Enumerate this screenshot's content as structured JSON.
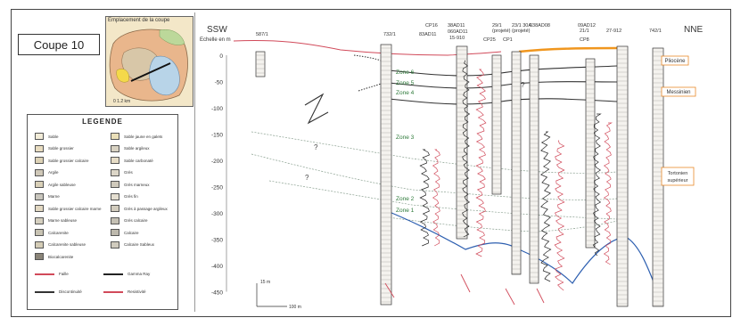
{
  "title": "Coupe 10",
  "map": {
    "title": "Emplacement de la coupe",
    "scale": "0   1.2 km"
  },
  "legend": {
    "title": "LEGENDE",
    "items": [
      "Sable",
      "Sable grossier",
      "Sable grossier calcaire",
      "Argile",
      "Argile sableuse",
      "Marne",
      "Sable grossier calcaire marne",
      "Marne sableuse",
      "Calcarenite",
      "Calcarenite sableuse",
      "Biocalcarenite",
      "Sable jaune en galets",
      "Sable argileux",
      "Sable carbonaté",
      "Grès",
      "Grès marneux",
      "Grès fin",
      "Grès à passage argileux",
      "Grès calcaire",
      "Calcaire",
      "Calcaire Sableux"
    ],
    "symbols": [
      "Faille",
      "Discontinuité",
      "Gamma Ray",
      "Resistivité"
    ]
  },
  "section": {
    "left_label": "SSW",
    "right_label": "NNE",
    "scale_label": "Echelle en m",
    "depth_ticks": [
      "0",
      "-50",
      "-100",
      "-150",
      "-200",
      "-250",
      "-300",
      "-350",
      "-400",
      "-450"
    ],
    "wells": [
      "587/1",
      "CP16",
      "83AD11",
      "732/1",
      "38AD11",
      "060AD11",
      "15-910",
      "29/1",
      "(projeté)",
      "CP25",
      "CP1",
      "23/1 30A",
      "(projeté)",
      "038AD08",
      "09AD12",
      "21/1",
      "CP8",
      "27-912",
      "742/1"
    ],
    "zones": [
      "Zone 6",
      "Zone 5",
      "Zone 4",
      "Zone 3",
      "Zone 2",
      "Zone 1"
    ],
    "stages": [
      "Pliocène",
      "Messinien",
      "Tortonien supérieur"
    ],
    "question_mark": "?",
    "vscale": "15 m",
    "hscale": "100 m"
  },
  "colors": {
    "pliocene_line": "#f0961e",
    "topo_line": "#d14a5a",
    "base_line": "#2d5fb0",
    "stage_box": "#e8892a"
  }
}
